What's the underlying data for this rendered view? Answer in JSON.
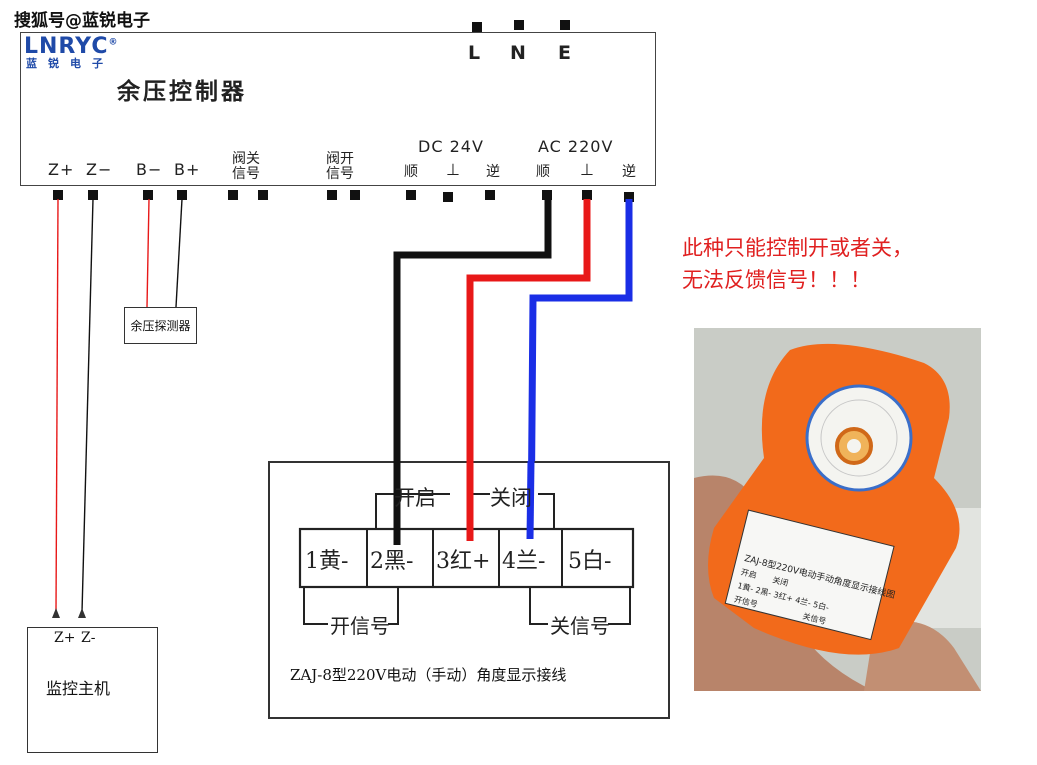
{
  "watermark": "搜狐号@蓝锐电子",
  "controller": {
    "logo": "LNRYC",
    "logo_mark": "®",
    "logo_sub": "蓝锐电子",
    "title": "余压控制器",
    "power_terminals": [
      "L",
      "N",
      "E"
    ],
    "groups": {
      "dc": "DC 24V",
      "ac": "AC 220V"
    },
    "terminals": {
      "z_plus": "Z+",
      "z_minus": "Z−",
      "b_minus": "B−",
      "b_plus": "B+",
      "valve_close": "阀关\n信号",
      "valve_open": "阀开\n信号",
      "dc_fwd": "顺",
      "dc_gnd": "⊥",
      "dc_rev": "逆",
      "ac_fwd": "顺",
      "ac_gnd": "⊥",
      "ac_rev": "逆"
    }
  },
  "sensor_label": "余压探测器",
  "host": {
    "z_plus": "Z+",
    "z_minus": "Z-",
    "label": "监控主机"
  },
  "warning_lines": [
    "此种只能控制开或者关，",
    "无法反馈信号！！！"
  ],
  "actuator": {
    "open": "开启",
    "close": "关闭",
    "terminals": [
      "1黄-",
      "2黑-",
      "3红+",
      "4兰-",
      "5白-"
    ],
    "open_signal": "开信号",
    "close_signal": "关信号",
    "caption": "ZAJ-8型220V电动（手动）角度显示接线"
  },
  "photo_label": {
    "title": "ZAJ-8型220V电动手动角度显示接线图",
    "open": "开启",
    "close": "关闭",
    "terminals": [
      "1黄-",
      "2黑-",
      "3红+",
      "4兰-",
      "5白-"
    ],
    "open_signal": "开信号",
    "close_signal": "关信号"
  },
  "colors": {
    "red_wire": "#e81818",
    "blue_wire": "#1a2ee6",
    "black_wire": "#111111",
    "logo_blue": "#1f4aa8",
    "body_orange": "#f26a1b"
  }
}
